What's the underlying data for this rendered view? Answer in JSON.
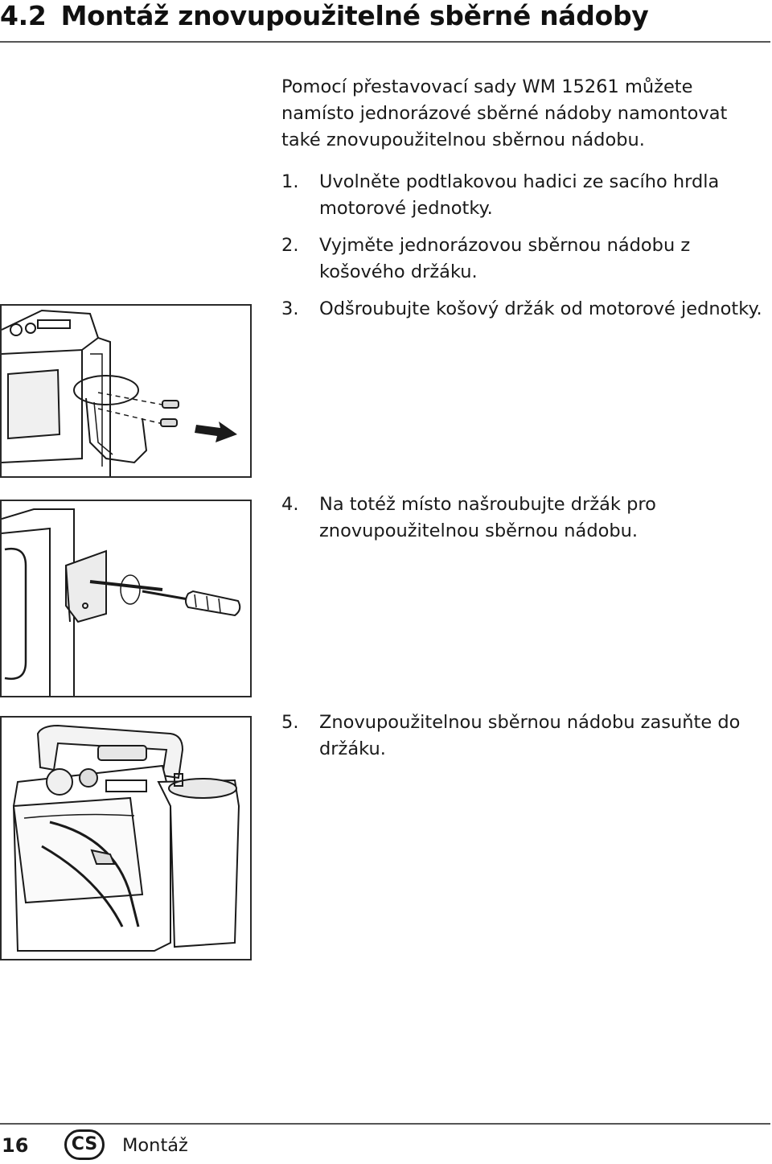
{
  "heading": {
    "number": "4.2",
    "title": "Montáž znovupoužitelné sběrné nádoby"
  },
  "intro": "Pomocí přestavovací sady WM 15261 můžete namísto jednorázové sběrné nádoby namontovat také znovupoužitelnou sběrnou nádobu.",
  "steps": [
    {
      "number": "1.",
      "text": "Uvolněte podtlakovou hadici ze sacího hrdla motorové jednotky."
    },
    {
      "number": "2.",
      "text": "Vyjměte jednorázovou sběrnou nádobu z košového držáku."
    },
    {
      "number": "3.",
      "text": "Odšroubujte košový držák od motorové jednotky."
    },
    {
      "number": "4.",
      "text": "Na totéž místo našroubujte držák pro znovupoužitelnou sběrnou nádobu."
    },
    {
      "number": "5.",
      "text": "Znovupoužitelnou sběrnou nádobu zasuňte do držáku."
    }
  ],
  "footer": {
    "page": "16",
    "lang": "CS",
    "section": "Montáž"
  },
  "colors": {
    "ink": "#1a1a1a",
    "rule": "#555555",
    "shade": "#e6e6e6"
  }
}
